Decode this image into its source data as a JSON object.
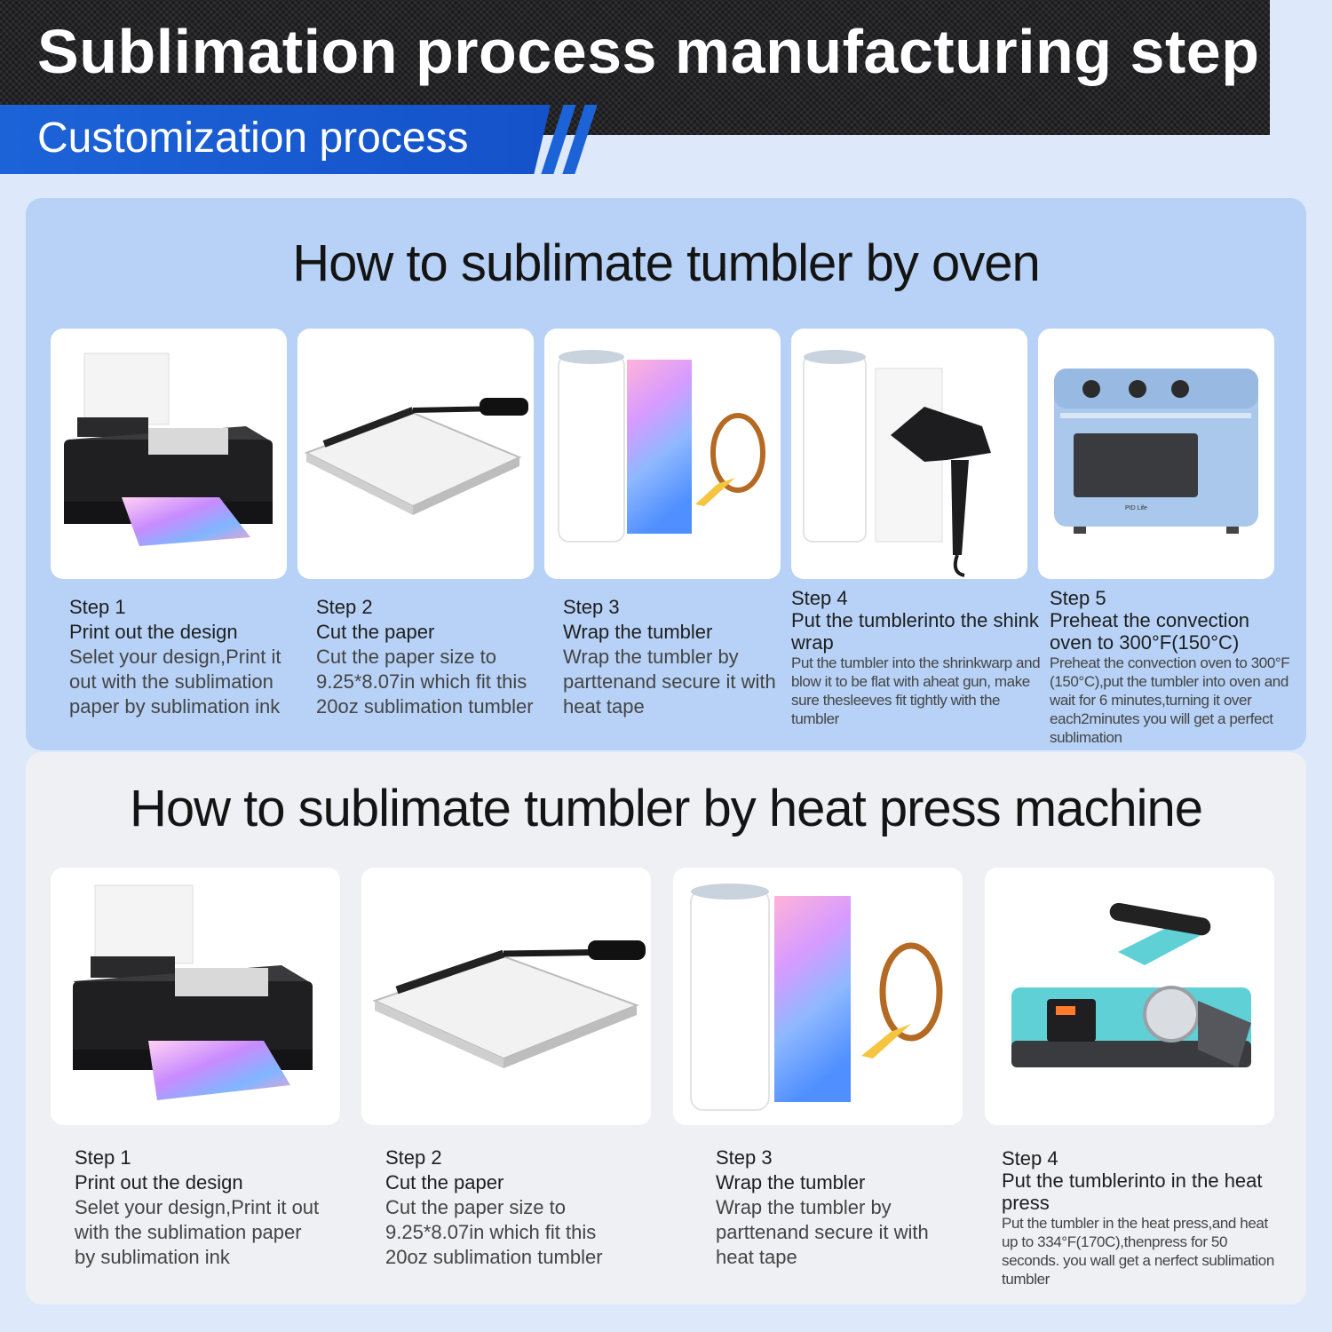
{
  "header": {
    "title": "Sublimation process manufacturing step",
    "subtitle": "Customization process"
  },
  "oven": {
    "title": "How to sublimate tumbler by oven",
    "steps": [
      {
        "num": "Step 1",
        "head": "Print out the design",
        "desc": "Selet your design,Print it out with the sublimation paper by sublimation ink",
        "image": "printer"
      },
      {
        "num": "Step 2",
        "head": "Cut the paper",
        "desc": "Cut the paper size to 9.25*8.07in which fit this 20oz sublimation tumbler",
        "image": "paper-cutter"
      },
      {
        "num": "Step 3",
        "head": "Wrap the tumbler",
        "desc": "Wrap the tumbler by parttenand secure it with heat tape",
        "image": "tumbler-wrap"
      },
      {
        "num": "Step 4",
        "head": "Put the tumblerinto the shink wrap",
        "desc": "Put the tumbler into the shrinkwarp and blow it to be flat with aheat gun, make sure thesleeves fit tightly with the tumbler",
        "image": "heat-gun"
      },
      {
        "num": "Step 5",
        "head": "Preheat the convection oven to 300°F(150°C)",
        "desc": "Preheat the convection oven to 300°F (150°C),put the tumbler into oven and wait for 6 minutes,turning it over each2minutes you will get a perfect sublimation",
        "image": "oven",
        "oven_brand": "PID Life"
      }
    ]
  },
  "press": {
    "title": "How to sublimate tumbler by heat press machine",
    "steps": [
      {
        "num": "Step 1",
        "head": "Print out the design",
        "desc": "Selet your design,Print it out with the sublimation paper by sublimation ink",
        "image": "printer"
      },
      {
        "num": "Step 2",
        "head": "Cut the paper",
        "desc": "Cut the paper size to 9.25*8.07in which fit this 20oz sublimation tumbler",
        "image": "paper-cutter"
      },
      {
        "num": "Step 3",
        "head": "Wrap the tumbler",
        "desc": "Wrap the tumbler by parttenand secure it with heat tape",
        "image": "tumbler-wrap"
      },
      {
        "num": "Step 4",
        "head": "Put the tumblerinto in the heat press",
        "desc": "Put the tumbler in the heat press,and heat up to 334°F(170C),thenpress for 50 seconds. you wall get a nerfect sublimation tumbler",
        "image": "heat-press"
      }
    ]
  },
  "colors": {
    "banner": "#1b1b1d",
    "ribbon": "#1d63d8",
    "oven_bg": "#b7d2f6",
    "press_bg": "#eef0f4",
    "page_bg": "#dde9fb"
  }
}
